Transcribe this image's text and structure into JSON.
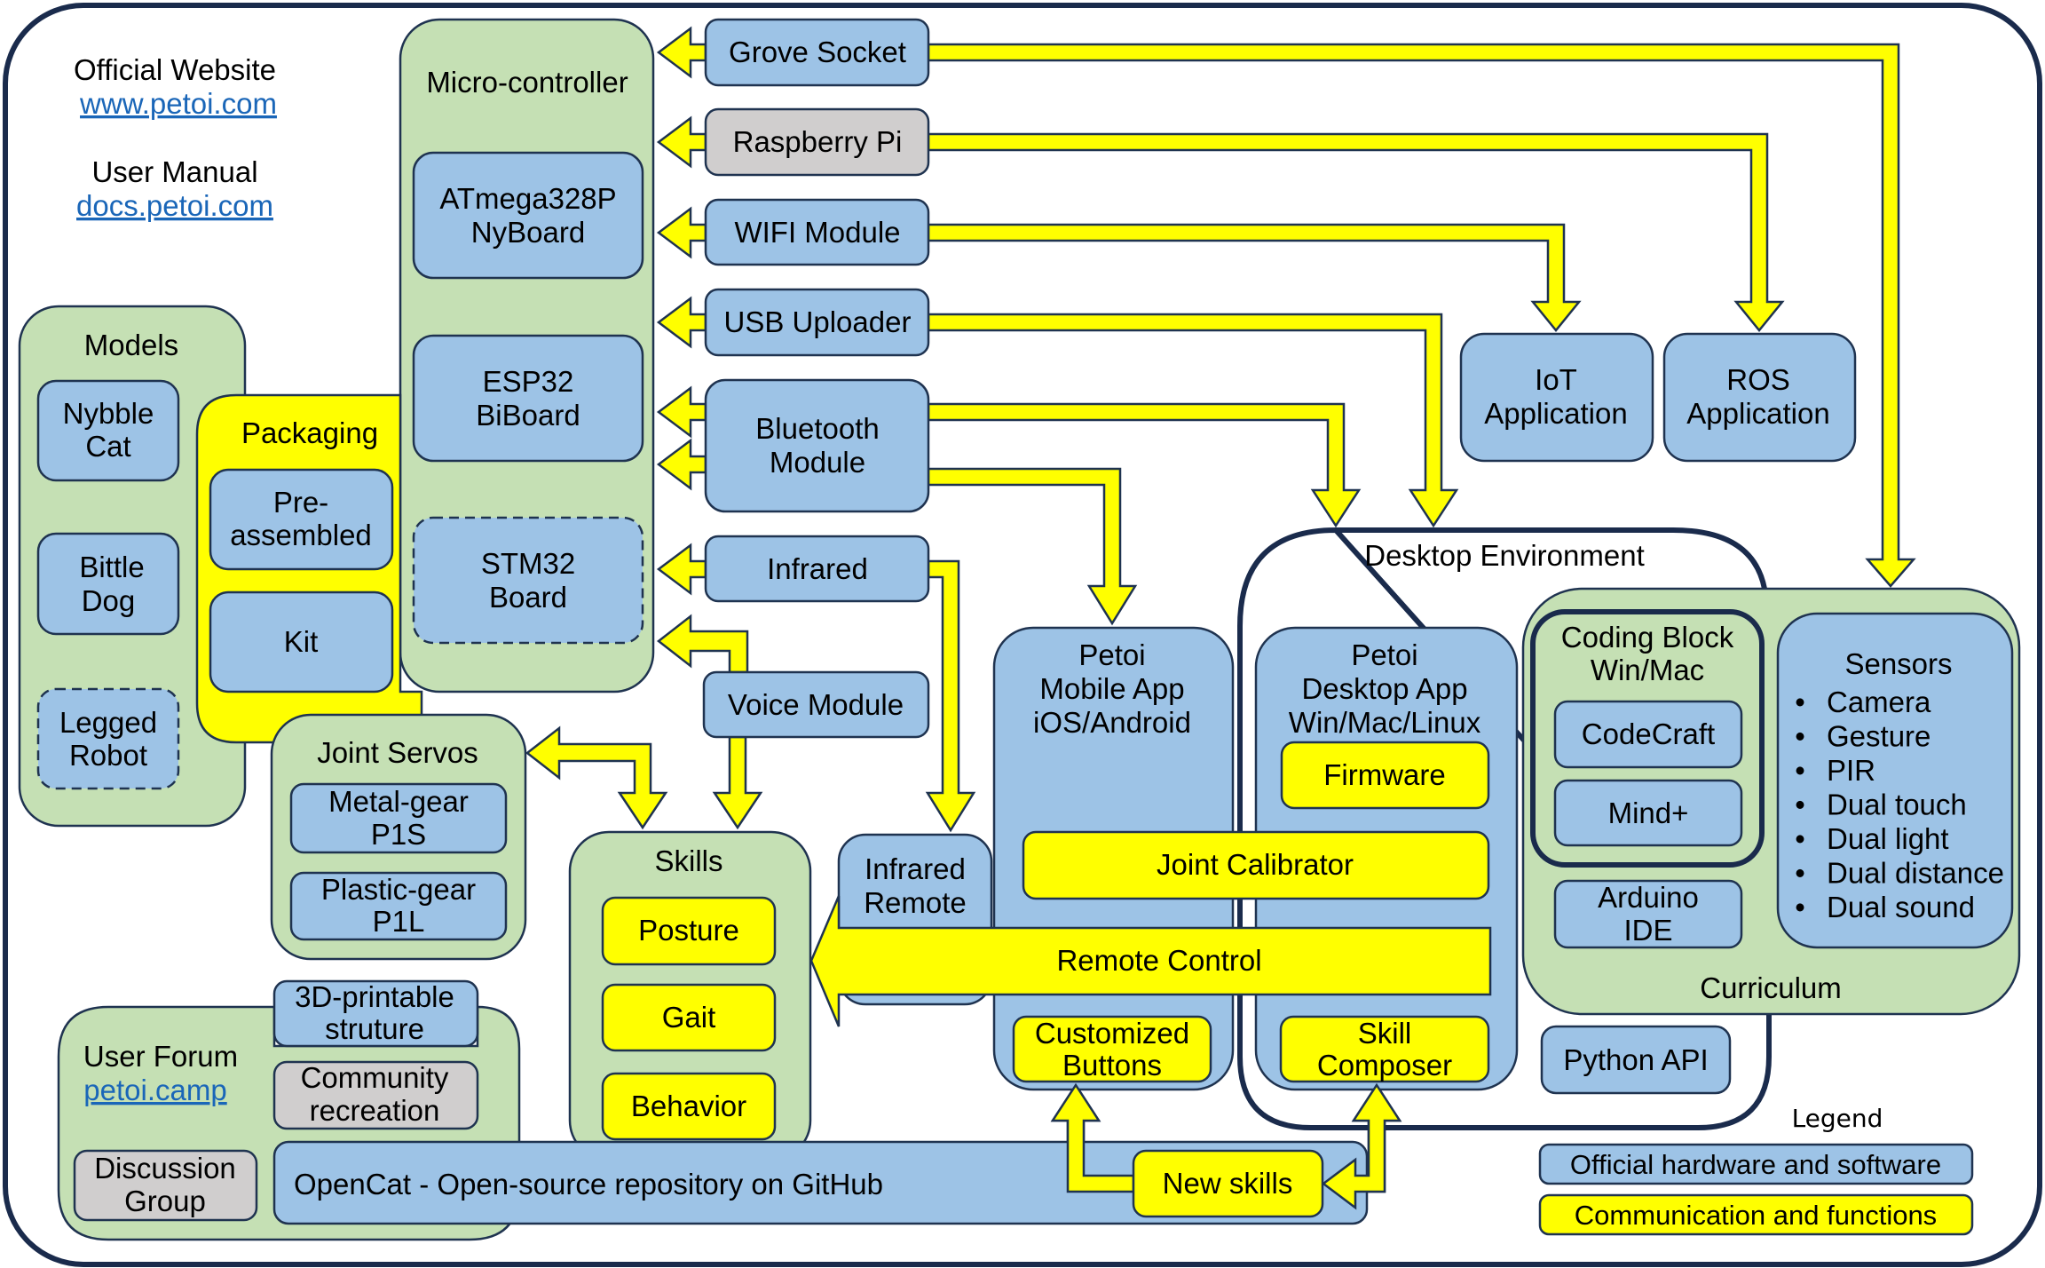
{
  "colors": {
    "group": "#c5e0b4",
    "official": "#9dc3e6",
    "third_party": "#d0cece",
    "function": "#ffff00",
    "border": "#1f3350",
    "link": "#1a66b8"
  },
  "info": {
    "website_label": "Official Website",
    "website_link": "www.petoi.com",
    "manual_label": "User Manual",
    "manual_link": "docs.petoi.com"
  },
  "microcontroller": {
    "title": "Micro-controller",
    "boards": [
      {
        "line1": "ATmega328P",
        "line2": "NyBoard"
      },
      {
        "line1": "ESP32",
        "line2": "BiBoard"
      },
      {
        "line1": "STM32",
        "line2": "Board"
      }
    ]
  },
  "models": {
    "title": "Models",
    "items": [
      {
        "line1": "Nybble",
        "line2": "Cat"
      },
      {
        "line1": "Bittle",
        "line2": "Dog"
      },
      {
        "line1": "Legged",
        "line2": "Robot"
      }
    ]
  },
  "packaging": {
    "title": "Packaging",
    "items": [
      {
        "line1": "Pre-",
        "line2": "assembled"
      },
      {
        "line1": "Kit"
      }
    ]
  },
  "joint_servos": {
    "title": "Joint Servos",
    "items": [
      {
        "line1": "Metal-gear",
        "line2": "P1S"
      },
      {
        "line1": "Plastic-gear",
        "line2": "P1L"
      }
    ]
  },
  "modules": {
    "grove": "Grove Socket",
    "raspberry": "Raspberry Pi",
    "wifi": "WIFI Module",
    "usb": "USB Uploader",
    "bluetooth_line1": "Bluetooth",
    "bluetooth_line2": "Module",
    "infrared": "Infrared",
    "voice": "Voice Module"
  },
  "applications": {
    "iot_line1": "IoT",
    "iot_line2": "Application",
    "ros_line1": "ROS",
    "ros_line2": "Application"
  },
  "skills": {
    "title": "Skills",
    "items": [
      "Posture",
      "Gait",
      "Behavior"
    ]
  },
  "infrared_remote": {
    "line1": "Infrared",
    "line2": "Remote"
  },
  "mobile_app": {
    "line1": "Petoi",
    "line2": "Mobile App",
    "line3": "iOS/Android",
    "customized_line1": "Customized",
    "customized_line2": "Buttons"
  },
  "desktop": {
    "env_title": "Desktop Environment",
    "app_line1": "Petoi",
    "app_line2": "Desktop App",
    "app_line3": "Win/Mac/Linux",
    "firmware": "Firmware",
    "composer_line1": "Skill",
    "composer_line2": "Composer",
    "python_api": "Python API"
  },
  "shared_functions": {
    "joint_calibrator": "Joint Calibrator",
    "remote_control": "Remote Control"
  },
  "curriculum": {
    "title": "Curriculum",
    "coding_block_line1": "Coding Block",
    "coding_block_line2": "Win/Mac",
    "codecraft": "CodeCraft",
    "mindplus": "Mind+",
    "arduino_line1": "Arduino",
    "arduino_line2": "IDE",
    "sensors_title": "Sensors",
    "sensors": [
      "Camera",
      "Gesture",
      "PIR",
      "Dual touch",
      "Dual light",
      "Dual distance",
      "Dual sound"
    ]
  },
  "community": {
    "forum_label": "User Forum",
    "forum_link": "petoi.camp",
    "printable_line1": "3D-printable",
    "printable_line2": "struture",
    "recreation_line1": "Community",
    "recreation_line2": "recreation",
    "discussion_line1": "Discussion",
    "discussion_line2": "Group",
    "opencat": "OpenCat - Open-source repository on GitHub",
    "new_skills": "New skills"
  },
  "legend": {
    "title": "Legend",
    "official": "Official hardware and software",
    "functions": "Communication and functions"
  }
}
